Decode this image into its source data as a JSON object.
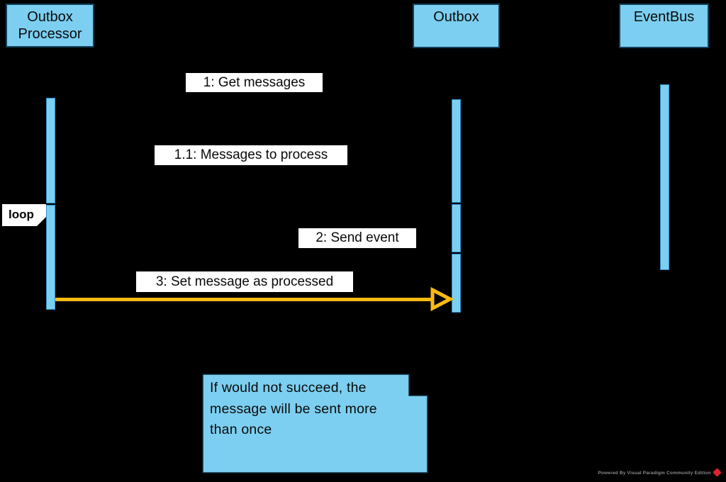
{
  "diagram_type": "uml-sequence-diagram",
  "colors": {
    "background": "#000000",
    "shape_fill": "#7CCFF0",
    "shape_border": "#12405c",
    "activation_border": "#2b8fc7",
    "message_label_bg": "#ffffff",
    "message_text": "#0a0a0a",
    "arrow_accent": "#FBBA12",
    "watermark_text": "#8b8b8b",
    "watermark_logo": "#d9252b"
  },
  "actors": [
    {
      "id": "outbox-processor",
      "lines": [
        "Outbox",
        "Processor"
      ]
    },
    {
      "id": "outbox",
      "lines": [
        "Outbox"
      ]
    },
    {
      "id": "eventbus",
      "lines": [
        "EventBus"
      ]
    }
  ],
  "messages": [
    {
      "label": "1: Get messages",
      "from": "outbox-processor",
      "to": "outbox"
    },
    {
      "label": "1.1: Messages to process",
      "from": "outbox",
      "to": "outbox-processor"
    },
    {
      "label": "2: Send event",
      "from": "outbox",
      "to": "eventbus"
    },
    {
      "label": "3: Set message as processed",
      "from": "outbox-processor",
      "to": "outbox"
    }
  ],
  "fragment": {
    "operator": "loop"
  },
  "note": {
    "lines": [
      "If would not succeed, the",
      "message will be sent more",
      "than once"
    ]
  },
  "watermark": {
    "text": "Powered By Visual Paradigm Community Edition"
  }
}
